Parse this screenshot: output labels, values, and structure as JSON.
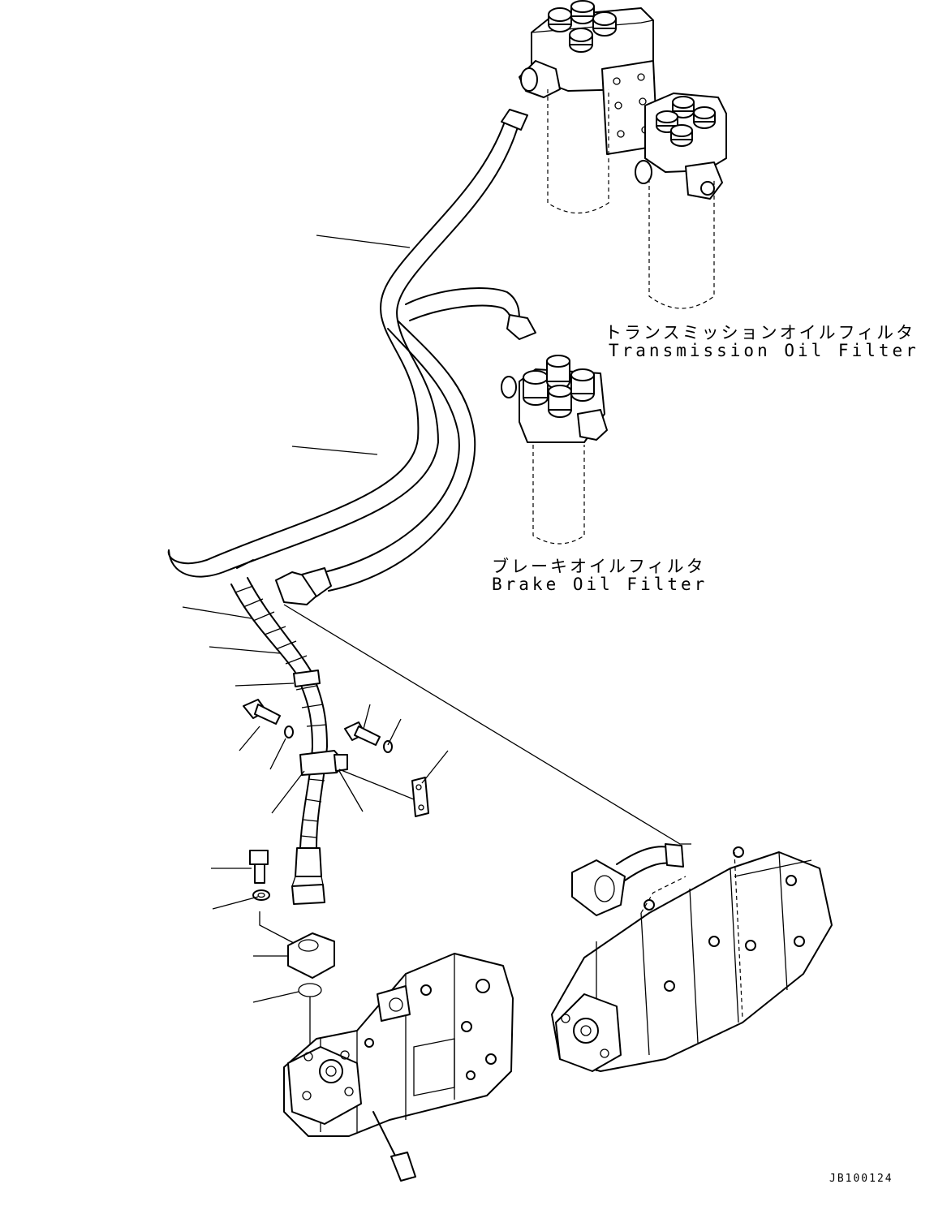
{
  "labels": {
    "transmission_filter_jp": "トランスミッションオイルフィルタ",
    "transmission_filter_en": "Transmission Oil Filter",
    "brake_filter_jp": "ブレーキオイルフィルタ",
    "brake_filter_en": "Brake Oil Filter",
    "drawing_code": "JB100124"
  }
}
